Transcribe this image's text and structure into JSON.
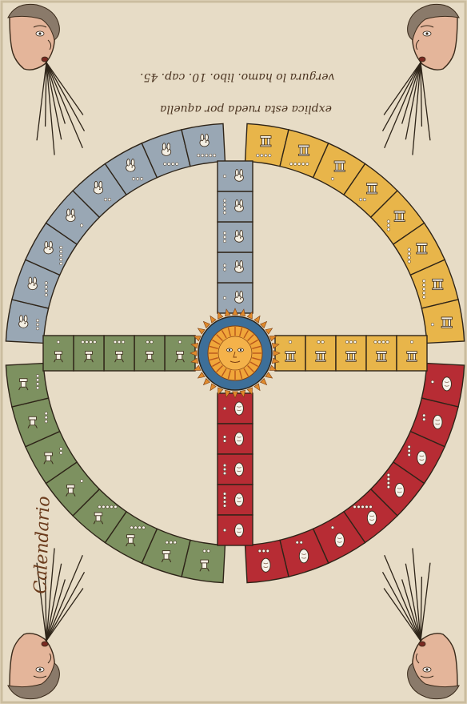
{
  "document": {
    "annotation_line_1": "explica esta rueda por aquella",
    "annotation_line_2": "vergura lo hamo. libo. 10. cap. 45.",
    "margin_label": "Calendario"
  },
  "wheel": {
    "quadrants": [
      {
        "key": "rabbit",
        "color": "#99a7b4",
        "sign_icon": "rabbit-head-icon",
        "cells": 13
      },
      {
        "key": "house",
        "color": "#e8b54a",
        "sign_icon": "house-glyph-icon",
        "cells": 13
      },
      {
        "key": "flint",
        "color": "#b72c34",
        "sign_icon": "flint-knife-icon",
        "cells": 13
      },
      {
        "key": "reed",
        "color": "#7d9160",
        "sign_icon": "reed-figure-icon",
        "cells": 13
      }
    ],
    "center_icon": "sun-face-icon",
    "corner_icons": [
      "wind-head-icon",
      "wind-head-icon",
      "wind-head-icon",
      "wind-head-icon"
    ]
  }
}
